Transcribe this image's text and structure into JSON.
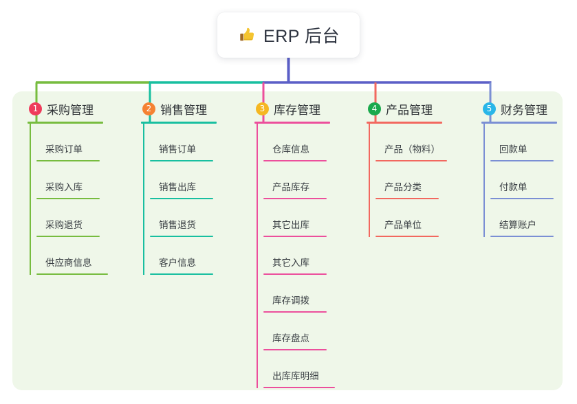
{
  "diagram": {
    "type": "mind-map",
    "root": {
      "emoji": "👍",
      "emoji_name": "thumbs-up-icon",
      "title": "ERP 后台"
    },
    "panel_color": "#eff7e9",
    "trunk_color": "#5b5fc7",
    "bus_segments": [
      {
        "color": "#77bc3f"
      },
      {
        "color": "#18bfa0"
      },
      {
        "color": "#5b5fc7"
      }
    ],
    "branches": [
      {
        "index": "1",
        "title": "采购管理",
        "badge_color": "#ef3b5b",
        "line_color": "#77bc3f",
        "items": [
          "采购订单",
          "采购入库",
          "采购退货",
          "供应商信息"
        ]
      },
      {
        "index": "2",
        "title": "销售管理",
        "badge_color": "#f58233",
        "line_color": "#18bfa0",
        "items": [
          "销售订单",
          "销售出库",
          "销售退货",
          "客户信息"
        ]
      },
      {
        "index": "3",
        "title": "库存管理",
        "badge_color": "#f5b721",
        "line_color": "#ec4f9c",
        "items": [
          "仓库信息",
          "产品库存",
          "其它出库",
          "其它入库",
          "库存调拨",
          "库存盘点",
          "出库库明细"
        ]
      },
      {
        "index": "4",
        "title": "产品管理",
        "badge_color": "#1aa94c",
        "line_color": "#f2685f",
        "items": [
          "产品（物料）",
          "产品分类",
          "产品单位"
        ]
      },
      {
        "index": "5",
        "title": "财务管理",
        "badge_color": "#29b6e8",
        "line_color": "#7b8fd4",
        "items": [
          "回款单",
          "付款单",
          "结算账户"
        ]
      }
    ]
  }
}
